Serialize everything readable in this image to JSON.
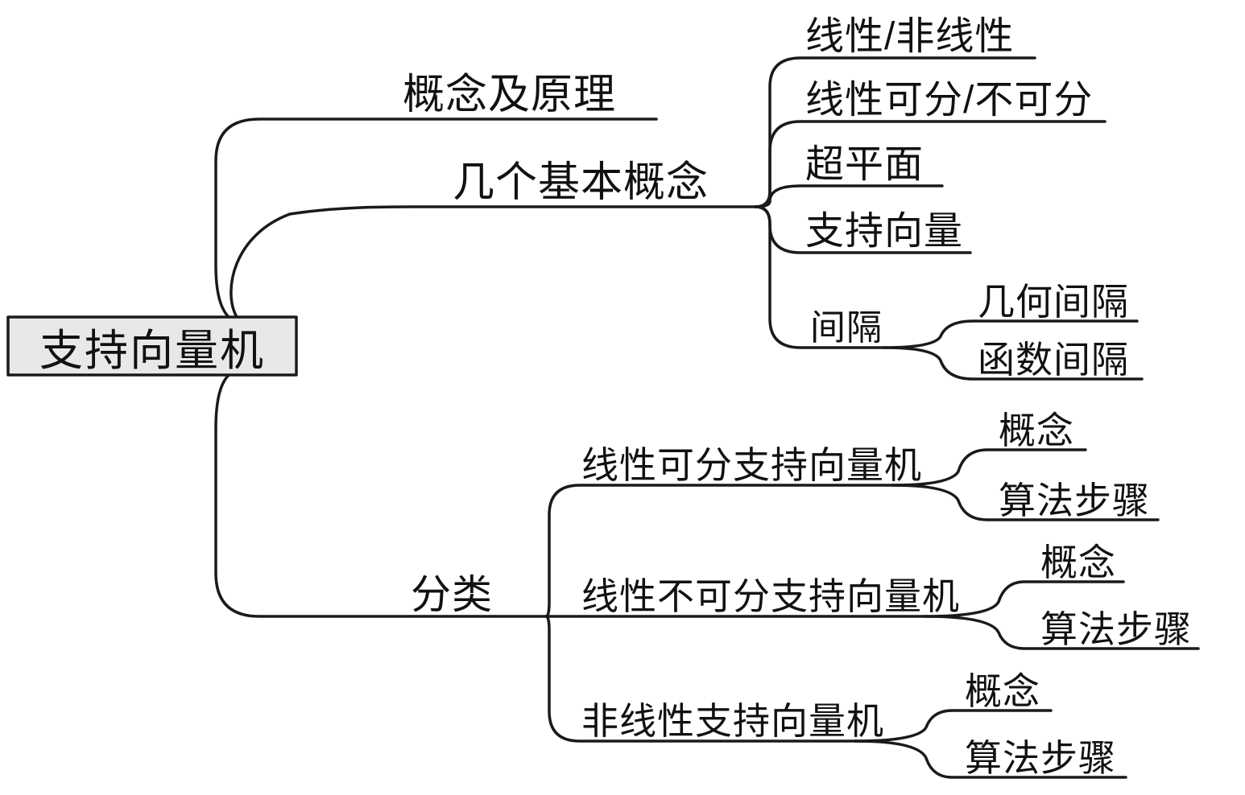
{
  "root": {
    "label": "支持向量机"
  },
  "branches": {
    "concept_principle": {
      "label": "概念及原理"
    },
    "basic_concepts": {
      "label": "几个基本概念",
      "children": {
        "linear_nonlinear": {
          "label": "线性/非线性"
        },
        "separable": {
          "label": "线性可分/不可分"
        },
        "hyperplane": {
          "label": "超平面"
        },
        "support_vector": {
          "label": "支持向量"
        },
        "margin": {
          "label": "间隔",
          "children": {
            "geometric": {
              "label": "几何间隔"
            },
            "functional": {
              "label": "函数间隔"
            }
          }
        }
      }
    },
    "classification": {
      "label": "分类",
      "children": {
        "linear_separable_svm": {
          "label": "线性可分支持向量机",
          "children": {
            "concept": {
              "label": "概念"
            },
            "steps": {
              "label": "算法步骤"
            }
          }
        },
        "linear_nonseparable_svm": {
          "label": "线性不可分支持向量机",
          "children": {
            "concept": {
              "label": "概念"
            },
            "steps": {
              "label": "算法步骤"
            }
          }
        },
        "nonlinear_svm": {
          "label": "非线性支持向量机",
          "children": {
            "concept": {
              "label": "概念"
            },
            "steps": {
              "label": "算法步骤"
            }
          }
        }
      }
    }
  },
  "colors": {
    "line": "#1a1a1a",
    "root_fill": "#e8e8e8",
    "root_border": "#1a1a1a",
    "text": "#111111",
    "background": "#ffffff"
  }
}
